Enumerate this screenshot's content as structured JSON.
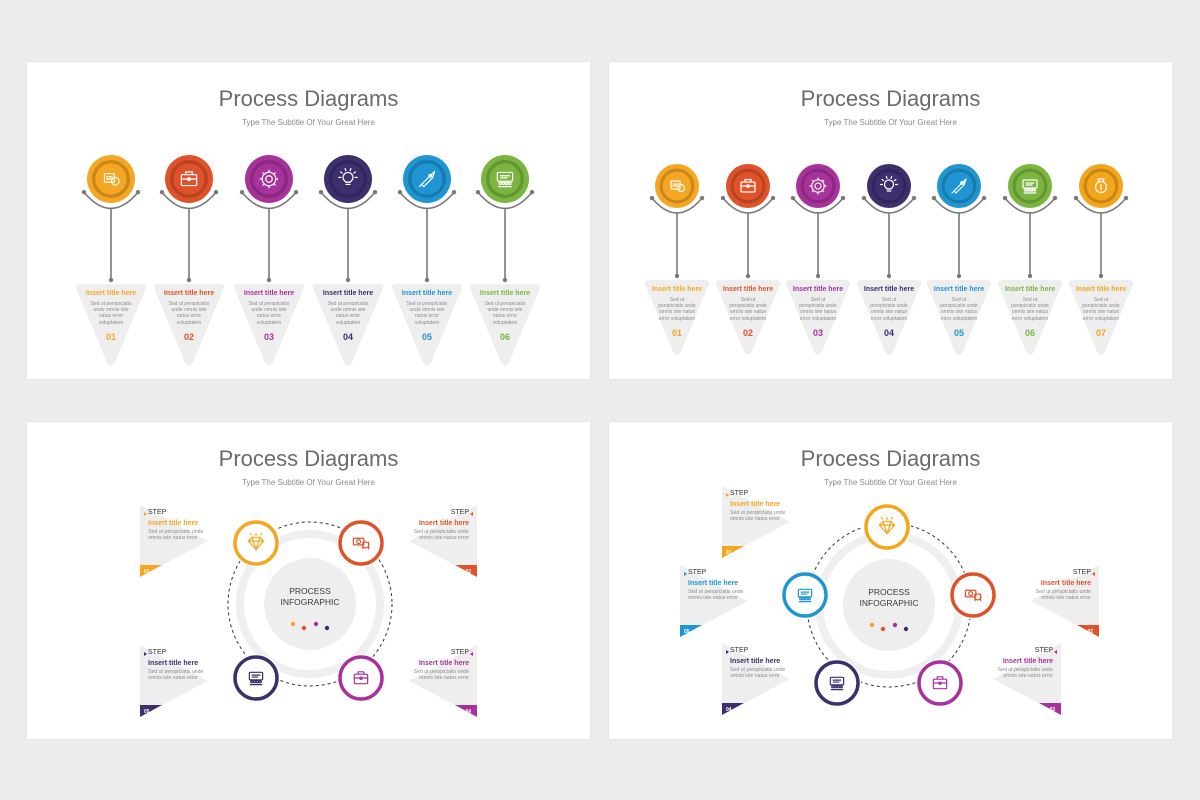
{
  "colors": {
    "orange": "#f5a623",
    "red": "#e0532a",
    "purple": "#a8329c",
    "navy": "#3d2e6e",
    "blue": "#1f96d3",
    "green": "#7ab540",
    "yellow": "#f3a51c",
    "gray_panel": "#eeeeee",
    "stem": "#7a7a7a"
  },
  "slides": [
    {
      "title": "Process Diagrams",
      "subtitle": "Type The Subtitle Of Your Great Here",
      "steps": [
        {
          "title": "Insert title here",
          "desc": "Sed ut perspiciatis unde omnis iste natus error voluptatem",
          "num": "01",
          "color": "orange",
          "icon": "coins-icon"
        },
        {
          "title": "Insert title here",
          "desc": "Sed ut perspiciatis unde omnis iste natus error voluptatem",
          "num": "02",
          "color": "red",
          "icon": "briefcase-icon"
        },
        {
          "title": "Insert title here",
          "desc": "Sed ut perspiciatis unde omnis iste natus error voluptatem",
          "num": "03",
          "color": "purple",
          "icon": "gear-icon"
        },
        {
          "title": "Insert title here",
          "desc": "Sed ut perspiciatis unde omnis iste natus error voluptatem",
          "num": "04",
          "color": "navy",
          "icon": "lightbulb-icon"
        },
        {
          "title": "Insert title here",
          "desc": "Sed ut perspiciatis unde omnis iste natus error voluptatem",
          "num": "05",
          "color": "blue",
          "icon": "rocket-icon"
        },
        {
          "title": "Insert title here",
          "desc": "Sed ut perspiciatis unde omnis iste natus error voluptatem",
          "num": "06",
          "color": "green",
          "icon": "presentation-icon"
        }
      ]
    },
    {
      "title": "Process Diagrams",
      "subtitle": "Type The Subtitle Of Your Great Here",
      "steps": [
        {
          "title": "Insert title here",
          "desc": "Sed ut perspiciatis unde omnis iste natus error voluptatem",
          "num": "01",
          "color": "orange",
          "icon": "coins-icon"
        },
        {
          "title": "Insert title here",
          "desc": "Sed ut perspiciatis unde omnis iste natus error voluptatem",
          "num": "02",
          "color": "red",
          "icon": "briefcase-icon"
        },
        {
          "title": "Insert title here",
          "desc": "Sed ut perspiciatis unde omnis iste natus error voluptatem",
          "num": "03",
          "color": "purple",
          "icon": "gear-icon"
        },
        {
          "title": "Insert title here",
          "desc": "Sed ut perspiciatis unde omnis iste natus error voluptatem",
          "num": "04",
          "color": "navy",
          "icon": "lightbulb-icon"
        },
        {
          "title": "Insert title here",
          "desc": "Sed ut perspiciatis unde omnis iste natus error voluptatem",
          "num": "05",
          "color": "blue",
          "icon": "rocket-icon"
        },
        {
          "title": "Insert title here",
          "desc": "Sed ut perspiciatis unde omnis iste natus error voluptatem",
          "num": "06",
          "color": "green",
          "icon": "presentation-icon"
        },
        {
          "title": "Insert title here",
          "desc": "Sed ut perspiciatis unde omnis iste natus error voluptatem",
          "num": "07",
          "color": "yellow",
          "icon": "money-bag-icon"
        }
      ]
    },
    {
      "title": "Process Diagrams",
      "subtitle": "Type The Subtitle Of Your Great Here",
      "center": "PROCESS INFOGRAPHIC",
      "steps": [
        {
          "step": "STEP",
          "title": "Insert title here",
          "desc": "Sed ut perspiciatis unde omnis iste natus error",
          "num": "01",
          "color": "orange",
          "icon": "diamond-icon"
        },
        {
          "step": "STEP",
          "title": "Insert title here",
          "desc": "Sed ut perspiciatis unde omnis iste natus error",
          "num": "02",
          "color": "red",
          "icon": "money-icon"
        },
        {
          "step": "STEP",
          "title": "Insert title here",
          "desc": "Sed ut perspiciatis unde omnis iste natus error",
          "num": "04",
          "color": "purple",
          "icon": "briefcase-icon"
        },
        {
          "step": "STEP",
          "title": "Insert title here",
          "desc": "Sed ut perspiciatis unde omnis iste natus error",
          "num": "05",
          "color": "navy",
          "icon": "presentation-icon"
        }
      ]
    },
    {
      "title": "Process Diagrams",
      "subtitle": "Type The Subtitle Of Your Great Here",
      "center": "PROCESS INFOGRAPHIC",
      "steps": [
        {
          "step": "STEP",
          "title": "Insert title here",
          "desc": "Sed ut perspiciatis unde omnis iste natus error",
          "num": "01",
          "color": "yellow",
          "icon": "diamond-icon"
        },
        {
          "step": "STEP",
          "title": "Insert title here",
          "desc": "Sed ut perspiciatis unde omnis iste natus error",
          "num": "02",
          "color": "red",
          "icon": "money-icon"
        },
        {
          "step": "STEP",
          "title": "Insert title here",
          "desc": "Sed ut perspiciatis unde omnis iste natus error",
          "num": "03",
          "color": "purple",
          "icon": "briefcase-icon"
        },
        {
          "step": "STEP",
          "title": "Insert title here",
          "desc": "Sed ut perspiciatis unde omnis iste natus error",
          "num": "04",
          "color": "navy",
          "icon": "presentation-icon"
        },
        {
          "step": "STEP",
          "title": "Insert title here",
          "desc": "Sed ut perspiciatis unde omnis iste natus error",
          "num": "05",
          "color": "blue",
          "icon": "presentation-icon"
        }
      ]
    }
  ]
}
